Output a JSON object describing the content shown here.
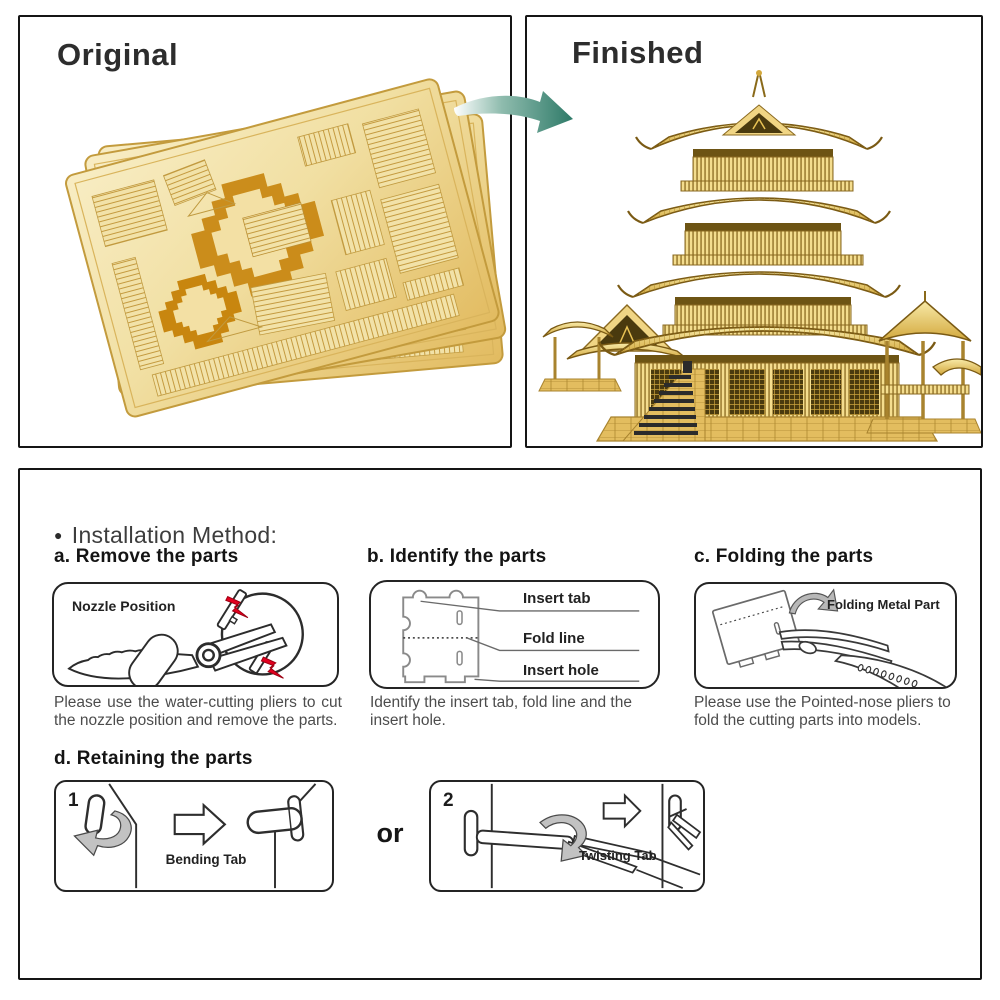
{
  "panels": {
    "original": {
      "title": "Original"
    },
    "finished": {
      "title": "Finished"
    }
  },
  "instructions": {
    "bullet": "●",
    "heading": "Installation Method:",
    "step_a": {
      "label": "a. Remove the parts",
      "diagram_title": "Nozzle Position",
      "caption": "Please use the water-cutting pliers to cut the nozzle position and remove the parts."
    },
    "step_b": {
      "label": "b. Identify the parts",
      "labels": {
        "insert_tab": "Insert tab",
        "fold_line": "Fold line",
        "insert_hole": "Insert hole"
      },
      "caption": "Identify the insert tab, fold line and the insert hole."
    },
    "step_c": {
      "label": "c. Folding the parts",
      "diagram_label": "Folding Metal Part",
      "caption": "Please use the Pointed-nose pliers to fold the cutting parts into models."
    },
    "step_d": {
      "label": "d. Retaining the parts",
      "connector": "or",
      "box1": {
        "number": "1",
        "label": "Bending Tab"
      },
      "box2": {
        "number": "2",
        "label": "Twisting Tab"
      }
    }
  },
  "colors": {
    "accent_arrow": "#37806d",
    "cut_mark": "#e3001f",
    "gold_sheet": "#eed289",
    "gold_model": "#e8c254"
  }
}
